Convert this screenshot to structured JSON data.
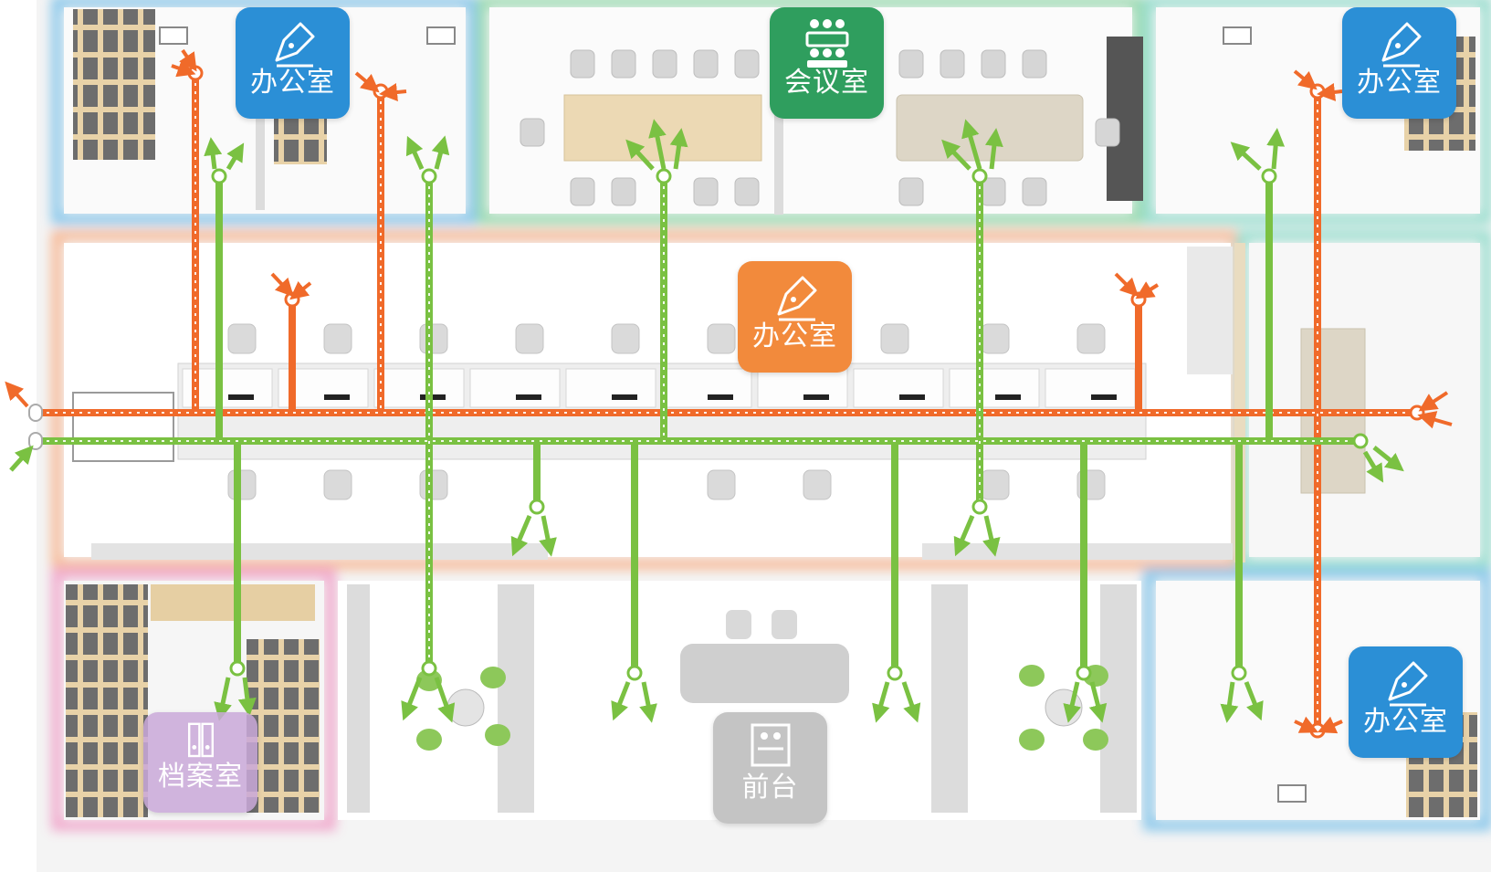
{
  "colors": {
    "exhaust": "#f06a2a",
    "supply": "#7ac142",
    "office_blue": "#2b8fd6",
    "meeting_green": "#2f9e5e",
    "office_orange": "#f28a3c",
    "archive_purple": "#c9a8d8",
    "reception_gray": "#c8c8c8"
  },
  "rooms": {
    "office_top_left": "办公室",
    "meeting_room": "会议室",
    "office_top_right": "办公室",
    "office_center": "办公室",
    "archive_room": "档案室",
    "reception": "前台",
    "office_bottom_right": "办公室"
  },
  "icons": {
    "office": "pen-nib-icon",
    "meeting": "meeting-people-icon",
    "archive": "binder-icon",
    "reception": "reception-desk-icon"
  }
}
